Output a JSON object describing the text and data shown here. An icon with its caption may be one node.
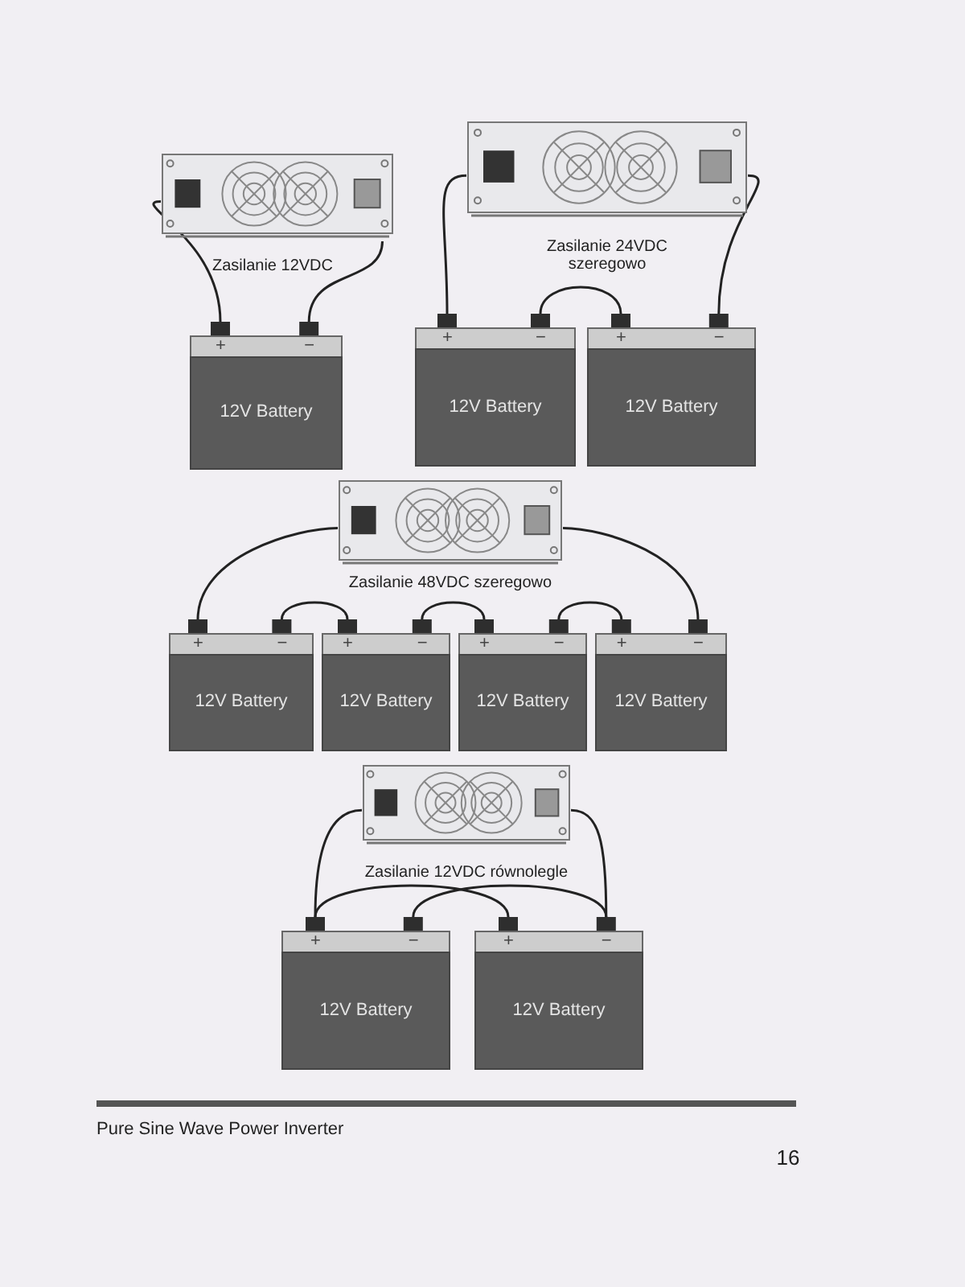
{
  "diagram": {
    "nodes": [
      {
        "text": [],
        "shape": "picture",
        "beside": [
          "Zasilanie 12VDC"
        ]
      },
      {
        "text": [
          "12V Battery"
        ]
      },
      {
        "text": [],
        "shape": "picture",
        "beside": [
          "Zasilanie 24VDC szeregowo"
        ]
      },
      {
        "text": [
          "12V Battery"
        ]
      },
      {
        "text": [
          "12V Battery"
        ]
      },
      {
        "text": [],
        "shape": "picture",
        "beside": [
          "Zasilanie 48VDC szeregowo"
        ]
      },
      {
        "text": [
          "12V Battery"
        ]
      },
      {
        "text": [
          "12V Battery"
        ]
      },
      {
        "text": [
          "12V Battery"
        ]
      },
      {
        "text": [
          "12V Battery"
        ]
      },
      {
        "text": [],
        "shape": "picture",
        "beside": [
          "Zasilanie 12VDC równolegle"
        ]
      },
      {
        "text": [
          "12V Battery"
        ]
      },
      {
        "text": [
          "12V Battery"
        ]
      }
    ],
    "edges": [
      {
        "from": 0,
        "to": 1,
        "arrow": "none"
      },
      {
        "from": 0,
        "to": 1,
        "arrow": "none"
      },
      {
        "from": 2,
        "to": 3,
        "arrow": "none"
      },
      {
        "from": 3,
        "to": 4,
        "arrow": "none"
      },
      {
        "from": 2,
        "to": 4,
        "arrow": "none"
      },
      {
        "from": 5,
        "to": 6,
        "arrow": "none"
      },
      {
        "from": 6,
        "to": 7,
        "arrow": "none"
      },
      {
        "from": 7,
        "to": 8,
        "arrow": "none"
      },
      {
        "from": 8,
        "to": 9,
        "arrow": "none"
      },
      {
        "from": 5,
        "to": 9,
        "arrow": "none"
      },
      {
        "from": 10,
        "to": 11,
        "arrow": "none"
      },
      {
        "from": 10,
        "to": 12,
        "arrow": "none"
      },
      {
        "from": 11,
        "to": 12,
        "arrow": "none"
      },
      {
        "from": 11,
        "to": 12,
        "arrow": "none"
      }
    ],
    "labels": [
      "+",
      "−",
      "+",
      "−",
      "+",
      "−",
      "+",
      "−",
      "+",
      "−",
      "+",
      "−",
      "+",
      "−",
      "+",
      "−",
      "+",
      "−",
      "Pure Sine Wave Power Inverter",
      "16"
    ]
  }
}
